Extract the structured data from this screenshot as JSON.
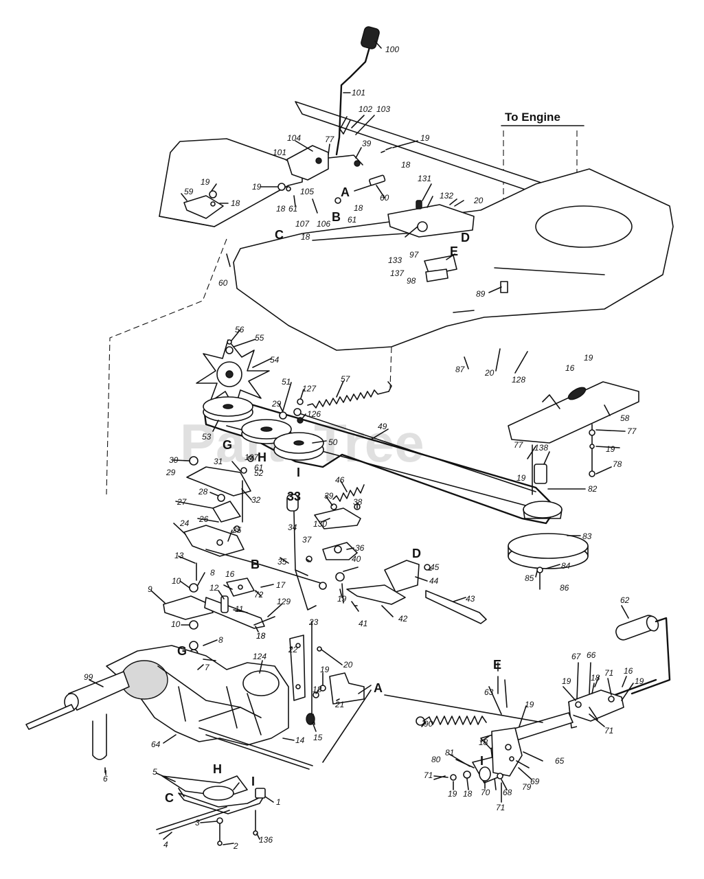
{
  "header": {
    "to_engine": "To Engine"
  },
  "watermark": {
    "text": "PartsTree",
    "tm": "™"
  },
  "callouts": [
    {
      "id": "c100",
      "text": "100"
    },
    {
      "id": "c101a",
      "text": "101"
    },
    {
      "id": "c101b",
      "text": "101"
    },
    {
      "id": "c102",
      "text": "102"
    },
    {
      "id": "c103",
      "text": "103"
    },
    {
      "id": "c104",
      "text": "104"
    },
    {
      "id": "c77a",
      "text": "77"
    },
    {
      "id": "c39a",
      "text": "39"
    },
    {
      "id": "c19a",
      "text": "19"
    },
    {
      "id": "c18a",
      "text": "18"
    },
    {
      "id": "c19b",
      "text": "19"
    },
    {
      "id": "c59",
      "text": "59"
    },
    {
      "id": "c18b",
      "text": "18"
    },
    {
      "id": "c19c",
      "text": "19"
    },
    {
      "id": "c18c",
      "text": "18"
    },
    {
      "id": "c61a",
      "text": "61"
    },
    {
      "id": "c105",
      "text": "105"
    },
    {
      "id": "c107a",
      "text": "107"
    },
    {
      "id": "c106",
      "text": "106"
    },
    {
      "id": "c18d",
      "text": "18"
    },
    {
      "id": "c18e",
      "text": "18"
    },
    {
      "id": "c61b",
      "text": "61"
    },
    {
      "id": "c60a",
      "text": "60"
    },
    {
      "id": "c131",
      "text": "131"
    },
    {
      "id": "c132",
      "text": "132"
    },
    {
      "id": "c20a",
      "text": "20"
    },
    {
      "id": "c133",
      "text": "133"
    },
    {
      "id": "c97",
      "text": "97"
    },
    {
      "id": "c137",
      "text": "137"
    },
    {
      "id": "c98",
      "text": "98"
    },
    {
      "id": "c60b",
      "text": "60"
    },
    {
      "id": "c89",
      "text": "89"
    },
    {
      "id": "c56",
      "text": "56"
    },
    {
      "id": "c55",
      "text": "55"
    },
    {
      "id": "c54",
      "text": "54"
    },
    {
      "id": "c51",
      "text": "51"
    },
    {
      "id": "c127",
      "text": "127"
    },
    {
      "id": "c57",
      "text": "57"
    },
    {
      "id": "c29a",
      "text": "29"
    },
    {
      "id": "c126",
      "text": "126"
    },
    {
      "id": "c53",
      "text": "53"
    },
    {
      "id": "c50",
      "text": "50"
    },
    {
      "id": "c49",
      "text": "49"
    },
    {
      "id": "c87",
      "text": "87"
    },
    {
      "id": "c20b",
      "text": "20"
    },
    {
      "id": "c128",
      "text": "128"
    },
    {
      "id": "c16a",
      "text": "16"
    },
    {
      "id": "c19d",
      "text": "19"
    },
    {
      "id": "c58",
      "text": "58"
    },
    {
      "id": "c77b",
      "text": "77"
    },
    {
      "id": "c77c",
      "text": "77"
    },
    {
      "id": "c19e",
      "text": "19"
    },
    {
      "id": "c138",
      "text": "138"
    },
    {
      "id": "c19f",
      "text": "19"
    },
    {
      "id": "c78",
      "text": "78"
    },
    {
      "id": "c82",
      "text": "82"
    },
    {
      "id": "c83",
      "text": "83"
    },
    {
      "id": "c84",
      "text": "84"
    },
    {
      "id": "c85",
      "text": "85"
    },
    {
      "id": "c86",
      "text": "86"
    },
    {
      "id": "c30",
      "text": "30"
    },
    {
      "id": "c29b",
      "text": "29"
    },
    {
      "id": "c31",
      "text": "31"
    },
    {
      "id": "c107b",
      "text": "107"
    },
    {
      "id": "c61c",
      "text": "61"
    },
    {
      "id": "c52",
      "text": "52"
    },
    {
      "id": "c28",
      "text": "28"
    },
    {
      "id": "c32",
      "text": "32"
    },
    {
      "id": "c27",
      "text": "27"
    },
    {
      "id": "c26",
      "text": "26"
    },
    {
      "id": "c24",
      "text": "24"
    },
    {
      "id": "c25",
      "text": "25"
    },
    {
      "id": "c46",
      "text": "46"
    },
    {
      "id": "c39b",
      "text": "39"
    },
    {
      "id": "c38",
      "text": "38"
    },
    {
      "id": "c33",
      "text": "33"
    },
    {
      "id": "c130",
      "text": "130"
    },
    {
      "id": "c34",
      "text": "34"
    },
    {
      "id": "c37",
      "text": "37"
    },
    {
      "id": "c36",
      "text": "36"
    },
    {
      "id": "c35",
      "text": "35"
    },
    {
      "id": "c40",
      "text": "40"
    },
    {
      "id": "c45",
      "text": "45"
    },
    {
      "id": "c44",
      "text": "44"
    },
    {
      "id": "c13",
      "text": "13"
    },
    {
      "id": "c8a",
      "text": "8"
    },
    {
      "id": "c10a",
      "text": "10"
    },
    {
      "id": "c16b",
      "text": "16"
    },
    {
      "id": "c17",
      "text": "17"
    },
    {
      "id": "c72",
      "text": "72"
    },
    {
      "id": "c9",
      "text": "9"
    },
    {
      "id": "c12",
      "text": "12"
    },
    {
      "id": "c11",
      "text": "11"
    },
    {
      "id": "c129",
      "text": "129"
    },
    {
      "id": "c18f",
      "text": "18"
    },
    {
      "id": "c19g",
      "text": "19"
    },
    {
      "id": "c41",
      "text": "41"
    },
    {
      "id": "c42",
      "text": "42"
    },
    {
      "id": "c43",
      "text": "43"
    },
    {
      "id": "c10b",
      "text": "10"
    },
    {
      "id": "c18g",
      "text": "18"
    },
    {
      "id": "c8b",
      "text": "8"
    },
    {
      "id": "c7",
      "text": "7"
    },
    {
      "id": "c23",
      "text": "23"
    },
    {
      "id": "c22",
      "text": "22"
    },
    {
      "id": "c20c",
      "text": "20"
    },
    {
      "id": "c124",
      "text": "124"
    },
    {
      "id": "c19h",
      "text": "19"
    },
    {
      "id": "c18h",
      "text": "18"
    },
    {
      "id": "c21",
      "text": "21"
    },
    {
      "id": "c15",
      "text": "15"
    },
    {
      "id": "c99",
      "text": "99"
    },
    {
      "id": "c6",
      "text": "6"
    },
    {
      "id": "c64",
      "text": "64"
    },
    {
      "id": "c14",
      "text": "14"
    },
    {
      "id": "c62",
      "text": "62"
    },
    {
      "id": "c67",
      "text": "67"
    },
    {
      "id": "c66",
      "text": "66"
    },
    {
      "id": "c19i",
      "text": "19"
    },
    {
      "id": "c18i",
      "text": "18"
    },
    {
      "id": "c71a",
      "text": "71"
    },
    {
      "id": "c16c",
      "text": "16"
    },
    {
      "id": "c19j",
      "text": "19"
    },
    {
      "id": "c71b",
      "text": "71"
    },
    {
      "id": "c63",
      "text": "63"
    },
    {
      "id": "c19k",
      "text": "19"
    },
    {
      "id": "c90",
      "text": "90"
    },
    {
      "id": "c18j",
      "text": "18"
    },
    {
      "id": "c80",
      "text": "80"
    },
    {
      "id": "c81",
      "text": "81"
    },
    {
      "id": "c71c",
      "text": "71"
    },
    {
      "id": "c19l",
      "text": "19"
    },
    {
      "id": "c18k",
      "text": "18"
    },
    {
      "id": "c70",
      "text": "70"
    },
    {
      "id": "c68",
      "text": "68"
    },
    {
      "id": "c71d",
      "text": "71"
    },
    {
      "id": "c79",
      "text": "79"
    },
    {
      "id": "c69",
      "text": "69"
    },
    {
      "id": "c65",
      "text": "65"
    },
    {
      "id": "c5",
      "text": "5"
    },
    {
      "id": "c1",
      "text": "1"
    },
    {
      "id": "c4",
      "text": "4"
    },
    {
      "id": "c3",
      "text": "3"
    },
    {
      "id": "c2",
      "text": "2"
    },
    {
      "id": "c136",
      "text": "136"
    }
  ],
  "refs": [
    {
      "id": "rA1",
      "text": "A"
    },
    {
      "id": "rB1",
      "text": "B"
    },
    {
      "id": "rC1",
      "text": "C"
    },
    {
      "id": "rD1",
      "text": "D"
    },
    {
      "id": "rE1",
      "text": "E"
    },
    {
      "id": "rG1",
      "text": "G"
    },
    {
      "id": "rH1",
      "text": "H"
    },
    {
      "id": "rI1",
      "text": "I"
    },
    {
      "id": "rB2",
      "text": "B"
    },
    {
      "id": "rD2",
      "text": "D"
    },
    {
      "id": "rG2",
      "text": "G"
    },
    {
      "id": "rA2",
      "text": "A"
    },
    {
      "id": "rE2",
      "text": "E"
    },
    {
      "id": "rH2",
      "text": "H"
    },
    {
      "id": "rC2",
      "text": "C"
    },
    {
      "id": "rI2",
      "text": "I"
    },
    {
      "id": "rI3",
      "text": "I"
    }
  ]
}
